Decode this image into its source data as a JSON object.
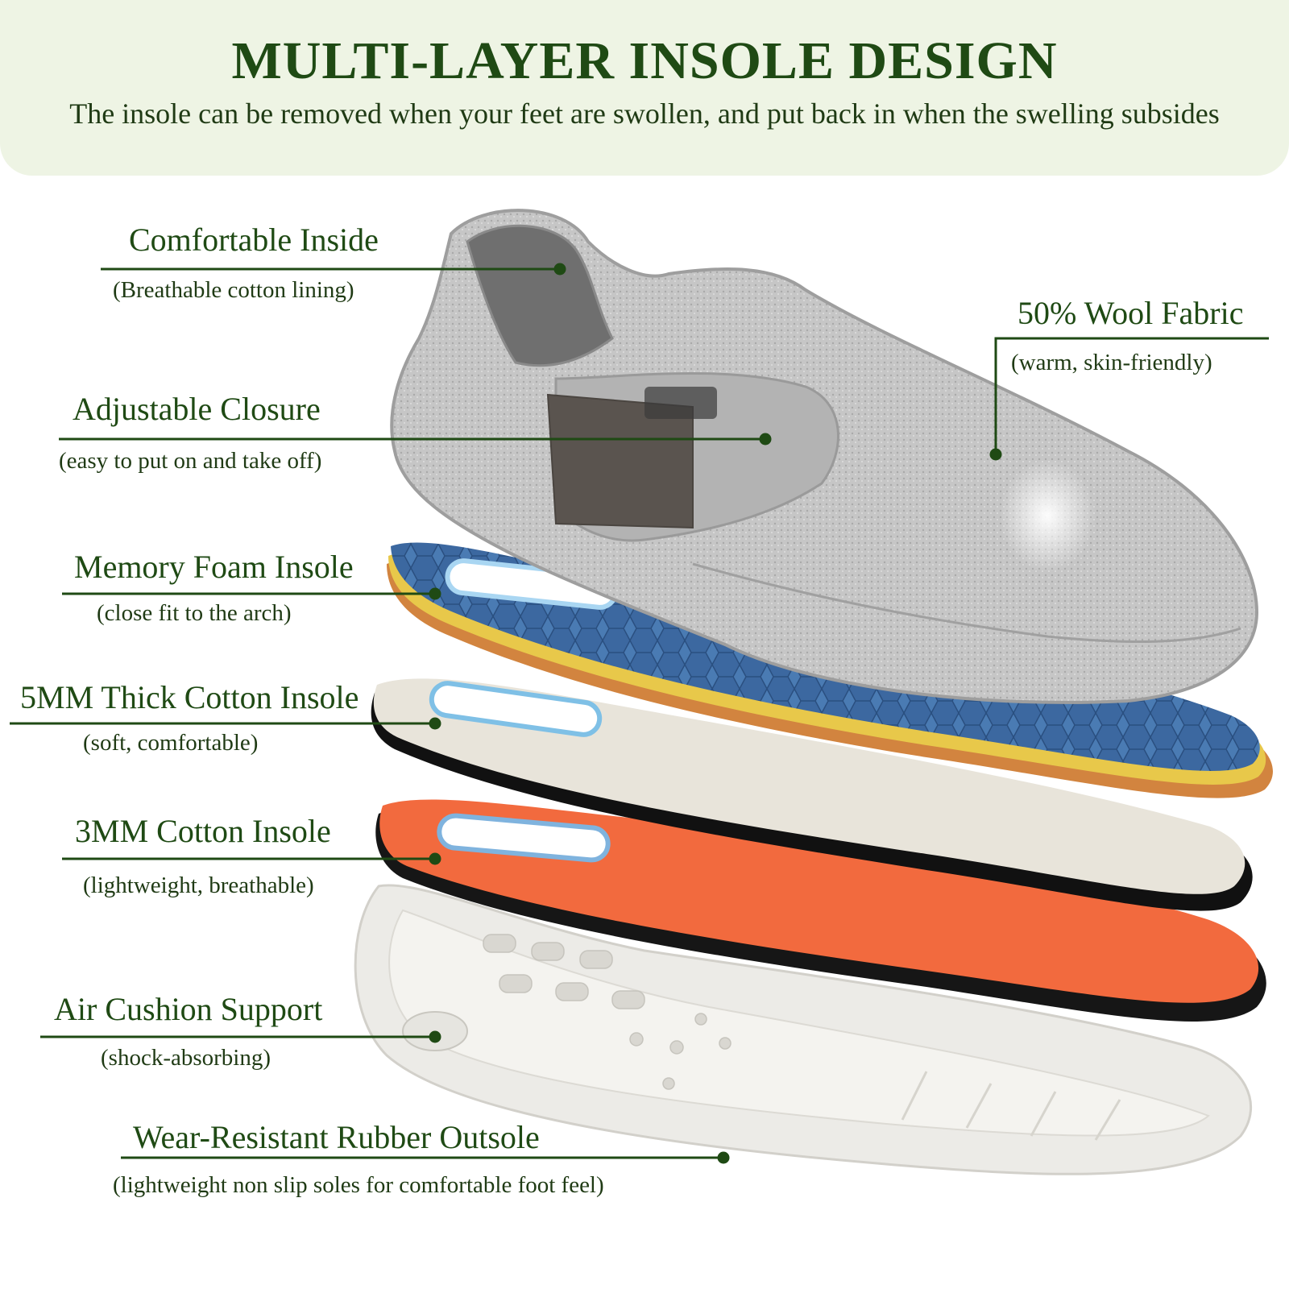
{
  "banner": {
    "title": "MULTI-LAYER INSOLE DESIGN",
    "subtitle": "The insole can be removed when your feet are swollen, and put back in when the swelling subsides"
  },
  "callouts": [
    {
      "title": "Comfortable Inside",
      "subtitle": "(Breathable cotton lining)"
    },
    {
      "title": "50% Wool Fabric",
      "subtitle": "(warm, skin-friendly)"
    },
    {
      "title": "Adjustable Closure",
      "subtitle": "(easy to put on and take off)"
    },
    {
      "title": "Memory Foam Insole",
      "subtitle": "(close fit to the arch)"
    },
    {
      "title": "5MM Thick Cotton Insole",
      "subtitle": "(soft, comfortable)"
    },
    {
      "title": "3MM Cotton Insole",
      "subtitle": "(lightweight, breathable)"
    },
    {
      "title": "Air Cushion Support",
      "subtitle": "(shock-absorbing)"
    },
    {
      "title": "Wear-Resistant Rubber Outsole",
      "subtitle": "(lightweight non slip soles for comfortable foot feel)"
    }
  ],
  "colors": {
    "accent": "#1f4a14",
    "banner_bg": "#eef4e4",
    "shoe_gray": "#c4c4c4",
    "foam_blue": "#3e6fa8",
    "orange": "#f26a3e"
  }
}
